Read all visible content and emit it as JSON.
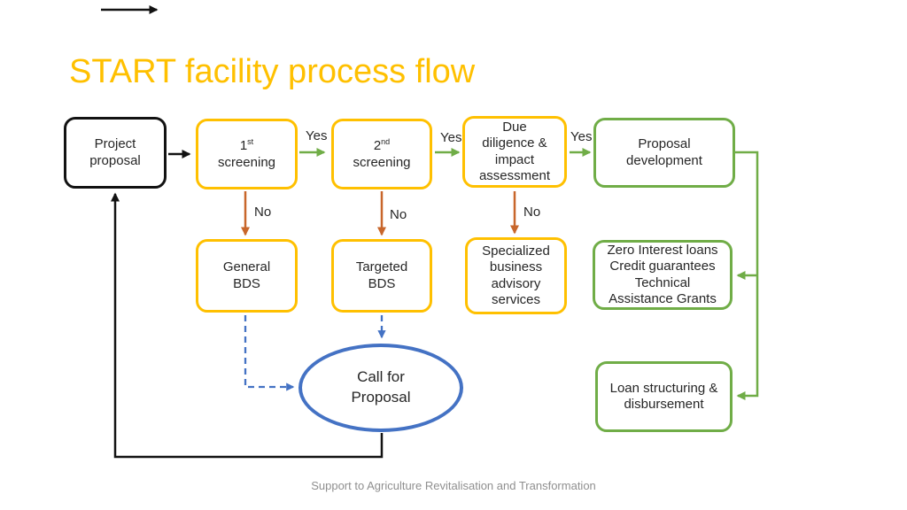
{
  "slide": {
    "title": "START facility process flow",
    "footer": "Support to Agriculture Revitalisation and Transformation"
  },
  "labels": {
    "yes": "Yes",
    "no": "No"
  },
  "boxes": {
    "project_proposal": {
      "lines": [
        "Project",
        "proposal"
      ]
    },
    "first_screening": {
      "number": "1",
      "ordinal": "st",
      "word": "screening"
    },
    "second_screening": {
      "number": "2",
      "ordinal": "nd",
      "word": "screening"
    },
    "due_diligence": {
      "lines": [
        "Due",
        "diligence &",
        "impact",
        "assessment"
      ]
    },
    "proposal_development": {
      "lines": [
        "Proposal",
        "development"
      ]
    },
    "general_bds": {
      "lines": [
        "General",
        "BDS"
      ]
    },
    "targeted_bds": {
      "lines": [
        "Targeted",
        "BDS"
      ]
    },
    "specialized_bds": {
      "lines": [
        "Specialized",
        "business",
        "advisory",
        "services"
      ]
    },
    "zero_interest_loans": {
      "lines": [
        "Zero Interest loans",
        "Credit guarantees",
        "Technical",
        "Assistance Grants"
      ]
    },
    "loan_structuring": {
      "lines": [
        "Loan structuring &",
        "disbursement"
      ]
    },
    "call_for_proposal": {
      "lines": [
        "Call for",
        "Proposal"
      ]
    }
  },
  "colors": {
    "title_gold": "#FFC000",
    "yellow_border": "#FFC000",
    "green": "#70AD47",
    "orange_arrow": "#C8662B",
    "blue": "#4472C4",
    "black": "#121212",
    "text": "#262626",
    "footer_gray": "#8F8F8F"
  }
}
